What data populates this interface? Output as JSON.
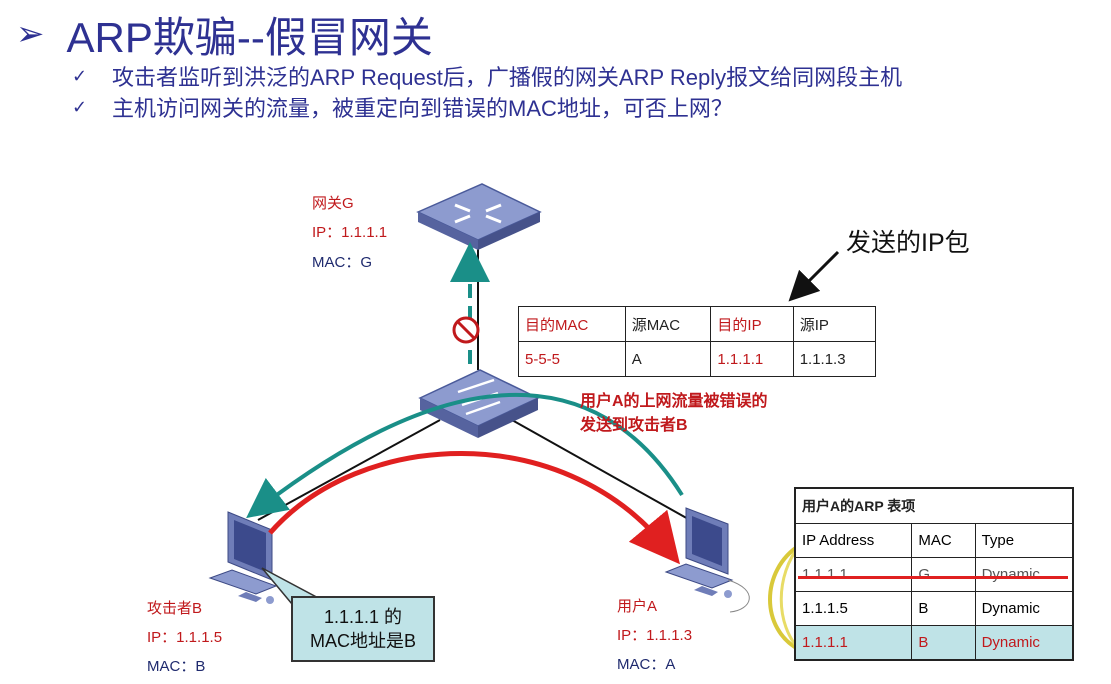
{
  "title": "ARP欺骗--假冒网关",
  "bullets": [
    "攻击者监听到洪泛的ARP Request后，广播假的网关ARP Reply报文给同网段主机",
    "主机访问网关的流量，被重定向到错误的MAC地址，可否上网？"
  ],
  "gateway": {
    "name": "网关G",
    "ip": "IP：1.1.1.1",
    "mac": "MAC：G"
  },
  "attacker": {
    "name": "攻击者B",
    "ip": "IP：1.1.1.5",
    "mac": "MAC：B"
  },
  "user": {
    "name": "用户A",
    "ip": "IP：1.1.1.3",
    "mac": "MAC：A"
  },
  "sent_label": "发送的IP包",
  "packet_table": {
    "headers": [
      "目的MAC",
      "源MAC",
      "目的IP",
      "源IP"
    ],
    "row": [
      "5-5-5",
      "A",
      "1.1.1.1",
      "1.1.1.3"
    ]
  },
  "misroute_note": [
    "用户A的上网流量被错误的",
    "发送到攻击者B"
  ],
  "callout": [
    "1.1.1.1 的",
    "MAC地址是B"
  ],
  "arp_table": {
    "caption": "用户A的ARP 表项",
    "headers": [
      "IP Address",
      "MAC",
      "Type"
    ],
    "rows": [
      [
        "1.1.1.1",
        "G",
        "Dynamic"
      ],
      [
        "1.1.1.5",
        "B",
        "Dynamic"
      ],
      [
        "1.1.1.1",
        "B",
        "Dynamic"
      ]
    ]
  },
  "colors": {
    "title": "#2e3192",
    "red": "#c0191c",
    "teal": "#1a8f88",
    "device": "#6f7db8"
  }
}
